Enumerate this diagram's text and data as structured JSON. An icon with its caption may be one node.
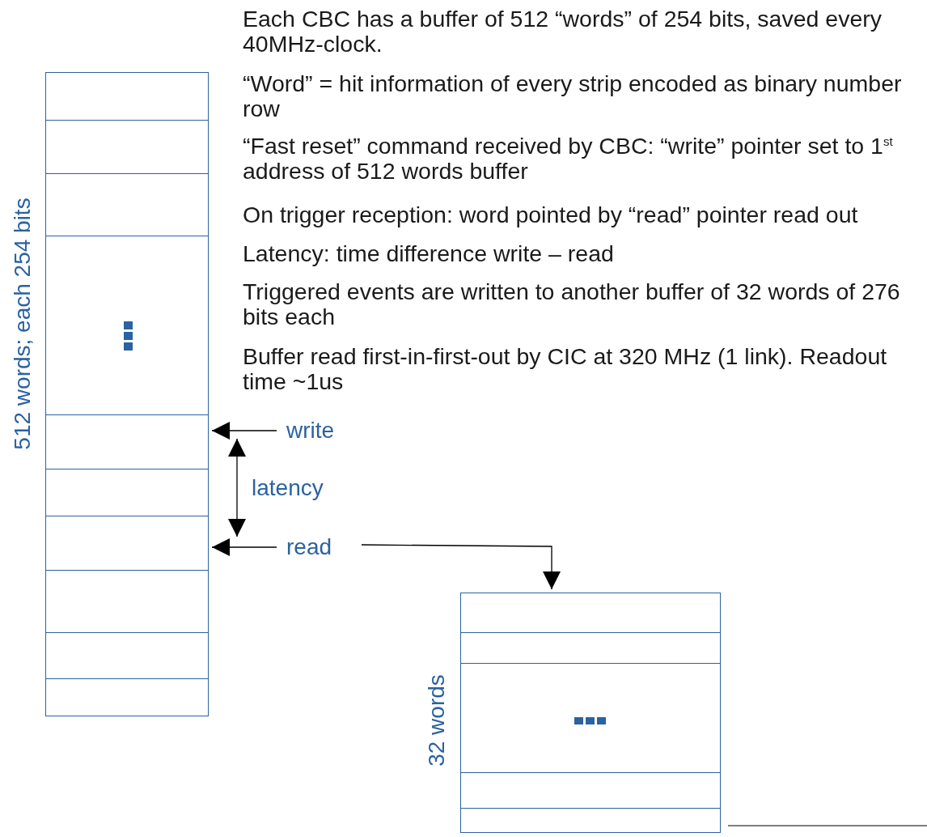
{
  "diagram": {
    "nodes": [
      {
        "text": [],
        "shape": "box",
        "beside": [
          "512 words; each 254 bits"
        ]
      },
      {
        "text": [
          "write"
        ]
      },
      {
        "text": [
          "read"
        ]
      },
      {
        "text": [],
        "shape": "box",
        "beside": [
          "32 words"
        ]
      }
    ],
    "edges": [
      {
        "from": 1,
        "to": 0,
        "arrow": "to"
      },
      {
        "from": 2,
        "to": 0,
        "arrow": "to"
      },
      {
        "from": 2,
        "to": 3,
        "arrow": "to"
      }
    ],
    "labels": [
      "Each CBC has a buffer of 512 “words”  of 254 bits, saved every 40MHz-clock.",
      "“Word” = hit information of every strip encoded as binary number row",
      "“Fast reset” command received by CBC: “write” pointer set to 1$^{st}$ address of 512 words buffer",
      "On trigger reception: word pointed by “read” pointer read out",
      "Latency: time difference write – read",
      "Triggered events are written to another buffer of 32 words of 276 bits each",
      "Buffer read first-in-first-out by CIC at 320 MHz (1 link). Readout time ~1us",
      "latency"
    ]
  }
}
